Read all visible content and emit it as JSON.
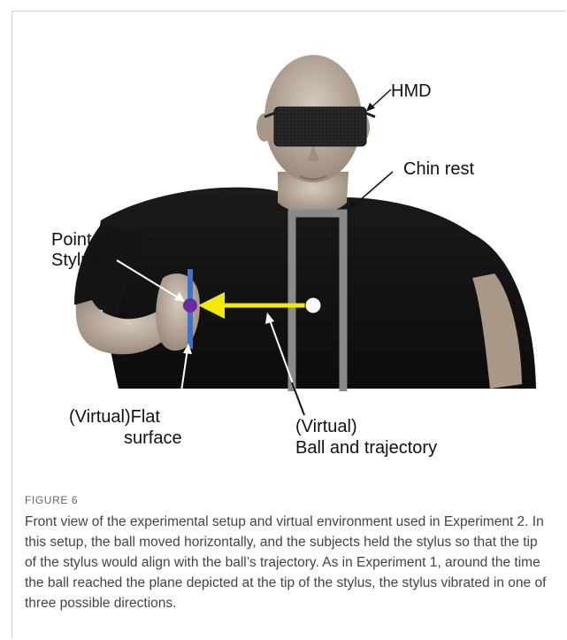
{
  "figure": {
    "labels": {
      "hmd": "HMD",
      "chin_rest": "Chin rest",
      "point_of_stylus_line1": "Point of",
      "point_of_stylus_line2": "Stylus",
      "flat_surface_line1": "(Virtual)Flat",
      "flat_surface_line2": "surface",
      "ball_line1": "(Virtual)",
      "ball_line2": "Ball and trajectory"
    },
    "colors": {
      "shirt": "#111111",
      "skin": "#b9aa9c",
      "rest": "#8a8a8a",
      "trajectory": "#f2ea00",
      "stylus": "#3f74c8",
      "stylus_tip": "#6a2aa0"
    }
  },
  "caption": {
    "label": "FIGURE 6",
    "text": "Front view of the experimental setup and virtual environment used in Experiment 2. In this setup, the ball moved horizontally, and the subjects held the stylus so that the tip of the stylus would align with the ball’s trajectory. As in Experiment 1, around the time the ball reached the plane depicted at the tip of the stylus, the stylus vibrated in one of three possible directions."
  }
}
